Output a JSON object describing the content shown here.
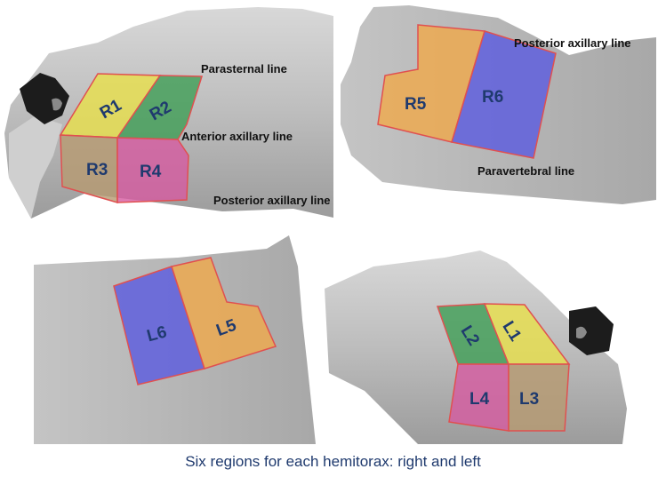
{
  "caption": "Six regions for each hemitorax: right and left",
  "panels": {
    "top_left": {
      "lines": {
        "parasternal": "Parasternal line",
        "anterior_axillary": "Anterior axillary line",
        "posterior_axillary": "Posterior axillary line"
      },
      "regions": {
        "r1": {
          "label": "R1",
          "color": "#e8e04a"
        },
        "r2": {
          "label": "R2",
          "color": "#3f9e55"
        },
        "r3": {
          "label": "R3",
          "color": "#b79a70"
        },
        "r4": {
          "label": "R4",
          "color": "#d65aa0"
        }
      }
    },
    "top_right": {
      "lines": {
        "posterior_axillary": "Posterior axillary line",
        "paravertebral": "Paravertebral line"
      },
      "regions": {
        "r5": {
          "label": "R5",
          "color": "#f0a94a"
        },
        "r6": {
          "label": "R6",
          "color": "#5a5ae0"
        }
      }
    },
    "bottom_left": {
      "regions": {
        "l6": {
          "label": "L6",
          "color": "#5a5ae0"
        },
        "l5": {
          "label": "L5",
          "color": "#f0a94a"
        }
      }
    },
    "bottom_right": {
      "regions": {
        "l2": {
          "label": "L2",
          "color": "#3f9e55"
        },
        "l1": {
          "label": "L1",
          "color": "#e8e04a"
        },
        "l4": {
          "label": "L4",
          "color": "#d65aa0"
        },
        "l3": {
          "label": "L3",
          "color": "#b79a70"
        }
      }
    }
  }
}
